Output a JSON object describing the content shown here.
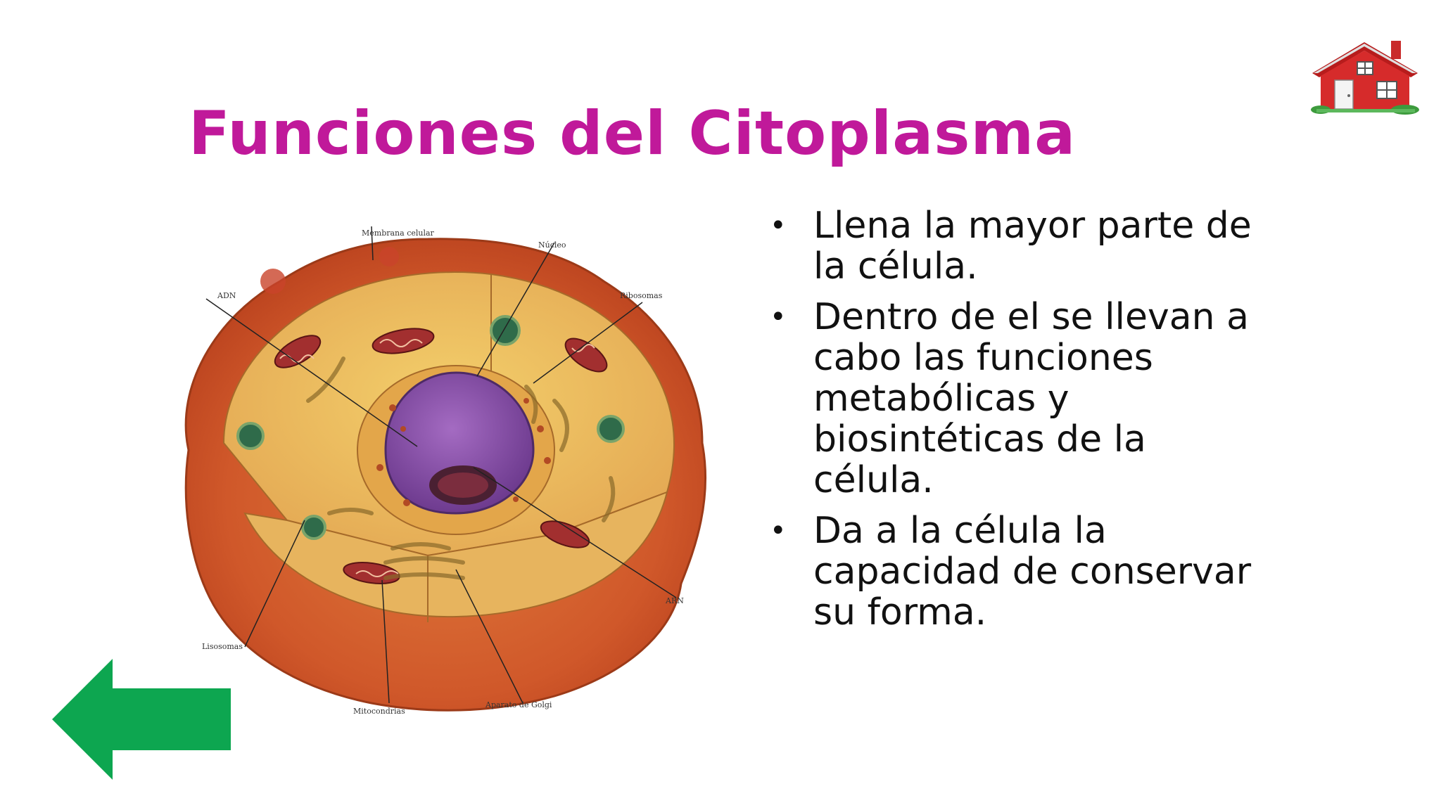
{
  "slide": {
    "title": "Funciones del Citoplasma",
    "title_color": "#c0199a",
    "bullets": [
      "Llena la mayor parte de la célula.",
      "Dentro de el se llevan a cabo las funciones metabólicas y biosintéticas de la célula.",
      "Da a la célula la capacidad de conservar su forma."
    ]
  },
  "figure": {
    "labels": {
      "membrana": "Membrana celular",
      "nucleo": "Núcleo",
      "adn": "ADN",
      "ribosomas": "Ribosomas",
      "arn": "ARN",
      "lisosomas": "Lisosomas",
      "mitocondrias": "Mitocondrias",
      "golgi": "Aparato de Golgi"
    }
  },
  "navigation": {
    "home_icon": "house-icon",
    "back_icon": "left-arrow-icon",
    "arrow_color": "#0da650",
    "house_color": "#d62b2b"
  }
}
